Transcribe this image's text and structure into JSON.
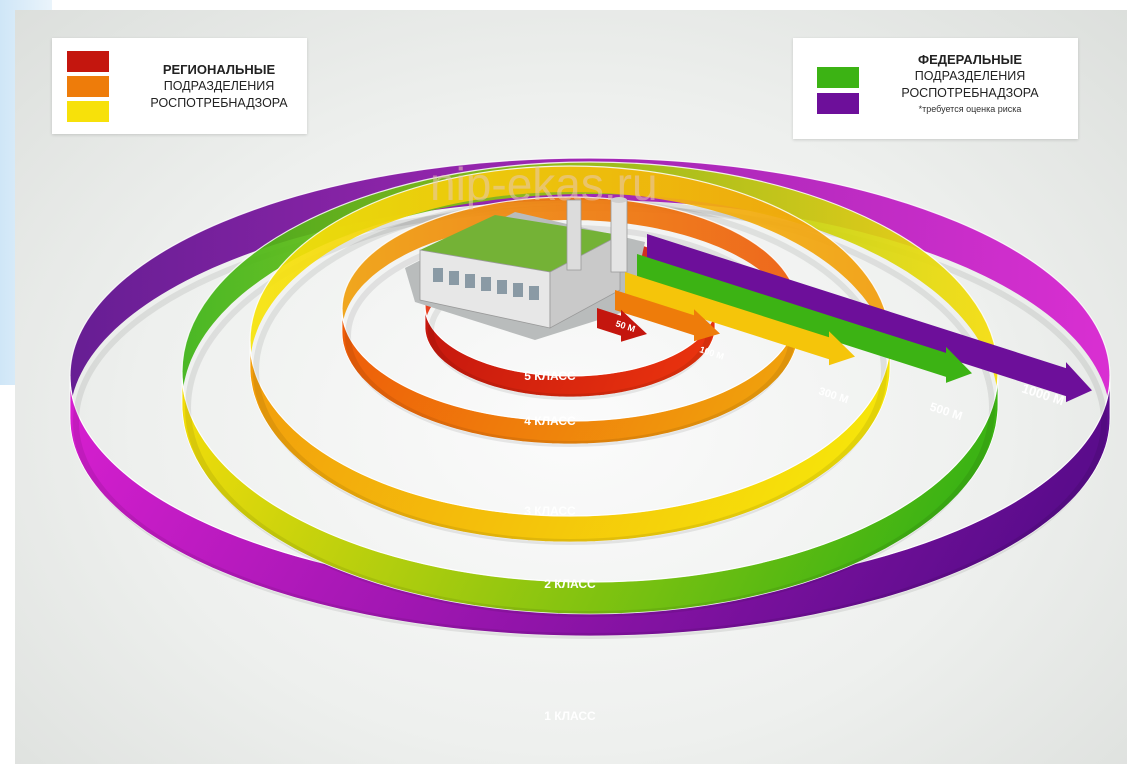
{
  "watermark": "nip-ekas.ru",
  "legend_regional": {
    "title": "РЕГИОНАЛЬНЫЕ",
    "line2": "ПОДРАЗДЕЛЕНИЯ",
    "line3": "РОСПОТРЕБНАДЗОРА",
    "colors": [
      "#c4160e",
      "#ee7c0a",
      "#f7e10a"
    ]
  },
  "legend_federal": {
    "title": "ФЕДЕРАЛЬНЫЕ",
    "line2": "ПОДРАЗДЕЛЕНИЯ",
    "line3": "РОСПОТРЕБНАДЗОРА",
    "note": "*требуется оценка риска",
    "colors": [
      "#3cb314",
      "#6d0f9a"
    ]
  },
  "rings": [
    {
      "label": "1 КЛАСС",
      "colors": [
        "#d81fd0",
        "#5b0c8c"
      ]
    },
    {
      "label": "2 КЛАСС",
      "colors": [
        "#f6dd0a",
        "#3cb314"
      ]
    },
    {
      "label": "3 КЛАСС",
      "colors": [
        "#f29c0c",
        "#f6e40a"
      ]
    },
    {
      "label": "4 КЛАСС",
      "colors": [
        "#ee5b0a",
        "#f0a00c"
      ]
    },
    {
      "label": "5 КЛАСС",
      "colors": [
        "#c4160e",
        "#e8320e"
      ]
    }
  ],
  "arrows": [
    {
      "label": "50 М",
      "color": "#c4160e"
    },
    {
      "label": "100 М",
      "color": "#ee7c0a"
    },
    {
      "label": "300 М",
      "color": "#f5c50a"
    },
    {
      "label": "500 М",
      "color": "#3cb314"
    },
    {
      "label": "1000 М",
      "color": "#6d0f9a"
    }
  ]
}
